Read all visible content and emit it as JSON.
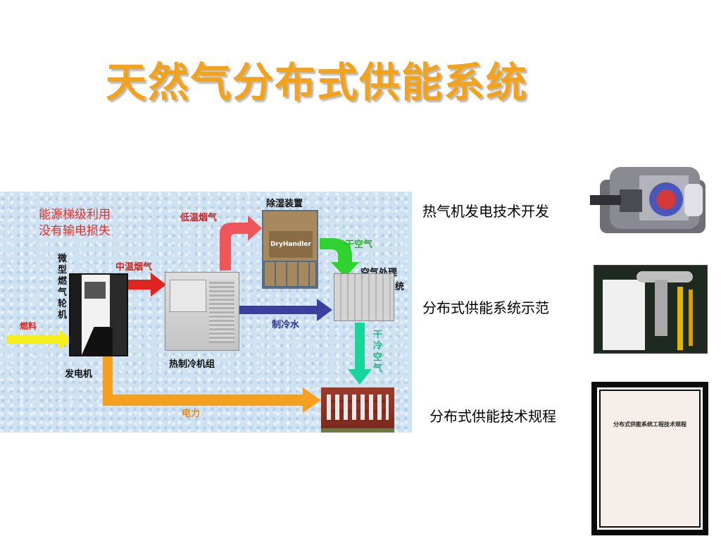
{
  "title": "天然气分布式供能系统",
  "diagram": {
    "benefit_lines": [
      "能源梯级利用",
      "没有输电损失"
    ],
    "turbine_label": "微型燃气轮机",
    "generator_label": "发电机",
    "fuel_label": "燃料",
    "mid_temp_flue": "中温烟气",
    "low_temp_flue": "低温烟气",
    "dehumidifier_label": "除湿装置",
    "dehumidifier_brand": "DryHandler",
    "dry_air": "干空气",
    "ahu_label_1": "空气处理",
    "ahu_label_2": "系统",
    "chiller_label": "热制冷机组",
    "chilled_water": "制冷水",
    "dry_cold_air": "干冷空气",
    "power": "电力"
  },
  "right": {
    "item1": "热气机发电技术开发",
    "item2": "分布式供能系统示范",
    "item3": "分布式供能技术规程",
    "doc_title": "分布式供能系统工程技术规程"
  }
}
